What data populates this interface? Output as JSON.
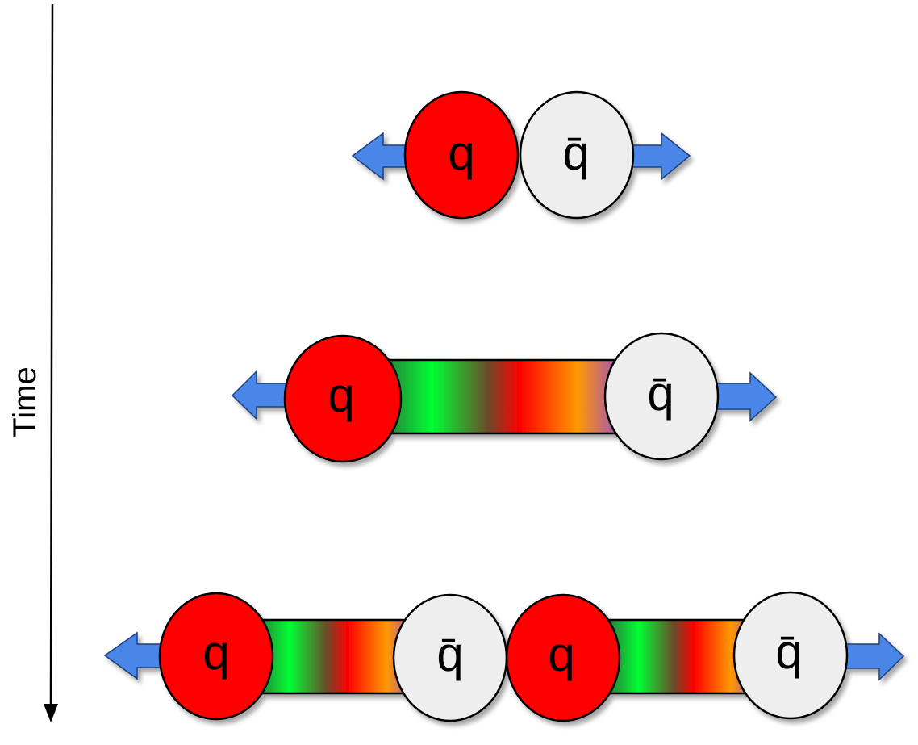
{
  "time_label": "Time",
  "quark_label": "q",
  "antiquark_label": "q̄",
  "colors": {
    "quark": "#ff0000",
    "antiquark": "#eeeeee",
    "arrow": "#4a86e8",
    "string_gradient": [
      "#2e6b3a",
      "#00ff33",
      "#6b4a2a",
      "#ff0000",
      "#ff9900",
      "#9b4dca"
    ]
  },
  "stages": [
    {
      "name": "stage-1",
      "particles": [
        "quark",
        "antiquark"
      ],
      "strings": 0
    },
    {
      "name": "stage-2",
      "particles": [
        "quark",
        "antiquark"
      ],
      "strings": 1
    },
    {
      "name": "stage-3",
      "particles": [
        "quark",
        "antiquark",
        "quark",
        "antiquark"
      ],
      "strings": 2
    }
  ]
}
